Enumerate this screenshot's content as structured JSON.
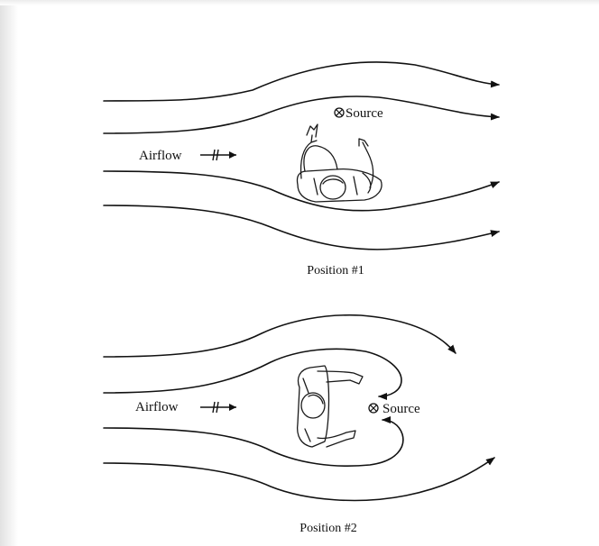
{
  "diagram": {
    "panel1": {
      "airflow_label": "Airflow",
      "source_label": "Source",
      "caption": "Position #1"
    },
    "panel2": {
      "airflow_label": "Airflow",
      "source_label": "Source",
      "caption": "Position #2"
    },
    "colors": {
      "ink": "#111111",
      "paper": "#ffffff"
    }
  }
}
